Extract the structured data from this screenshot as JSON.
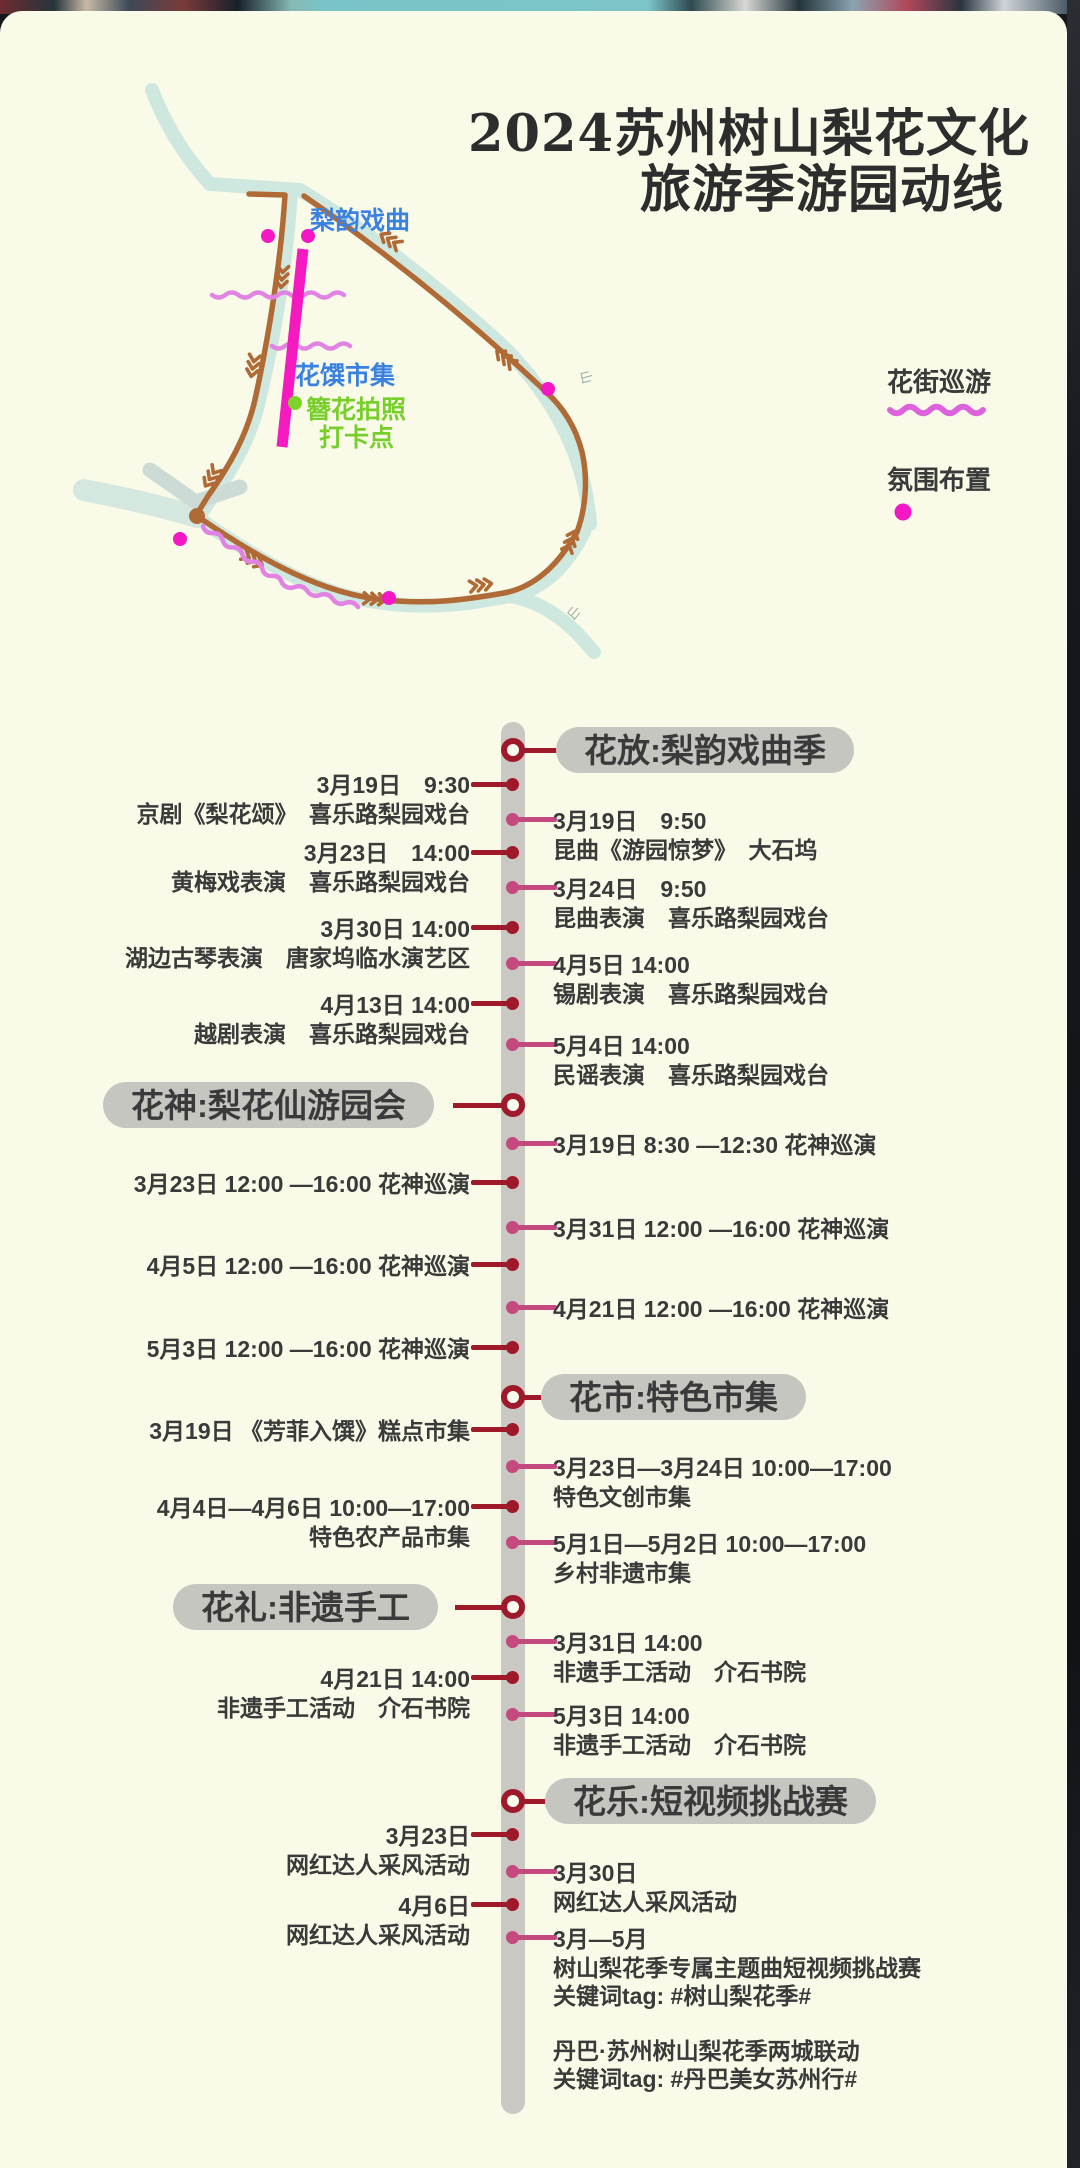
{
  "title": {
    "line1": "2024苏州树山梨花文化",
    "line2": "旅游季游园动线"
  },
  "map": {
    "labels": {
      "opera_spot": "梨韵戏曲",
      "market_street": "花馔市集",
      "photo_spot_line1": "簪花拍照",
      "photo_spot_line2": "打卡点"
    },
    "road_labels": [
      "山",
      "山"
    ],
    "legend": [
      {
        "label": "花街巡游",
        "marker": "wavy-line",
        "color": "#dd63dc"
      },
      {
        "label": "氛围布置",
        "marker": "dot",
        "color": "#f318c4"
      }
    ],
    "colors": {
      "road": "#cfe8df",
      "route": "#b06a35",
      "parade_wave": "#e183e3",
      "market_line": "#f519c0",
      "ambience_dot": "#f318c4",
      "photo_dot": "#7cd32a"
    }
  },
  "timeline": {
    "colors": {
      "spine": "#c9c8c3",
      "left_accent": "#9e1a2b",
      "right_accent": "#c4497e",
      "pill_bg": "#c6c6c1"
    },
    "sections": [
      {
        "title": "花放:梨韵戏曲季",
        "events": [
          {
            "side": "left",
            "when": "3月19日　9:30",
            "what": "京剧《梨花颂》　喜乐路梨园戏台"
          },
          {
            "side": "right",
            "when": "3月19日　9:50",
            "what": "昆曲《游园惊梦》　大石坞"
          },
          {
            "side": "left",
            "when": "3月23日　14:00",
            "what": "黄梅戏表演　喜乐路梨园戏台"
          },
          {
            "side": "right",
            "when": "3月24日　9:50",
            "what": "昆曲表演　喜乐路梨园戏台"
          },
          {
            "side": "left",
            "when": "3月30日 14:00",
            "what": "湖边古琴表演　唐家坞临水演艺区"
          },
          {
            "side": "right",
            "when": "4月5日 14:00",
            "what": "锡剧表演　喜乐路梨园戏台"
          },
          {
            "side": "left",
            "when": "4月13日 14:00",
            "what": "越剧表演　喜乐路梨园戏台"
          },
          {
            "side": "right",
            "when": "5月4日 14:00",
            "what": "民谣表演　喜乐路梨园戏台"
          }
        ]
      },
      {
        "title": "花神:梨花仙游园会",
        "events": [
          {
            "side": "right",
            "when": "3月19日 8:30 —12:30 花神巡演"
          },
          {
            "side": "left",
            "when": "3月23日 12:00 —16:00 花神巡演"
          },
          {
            "side": "right",
            "when": "3月31日 12:00 —16:00 花神巡演"
          },
          {
            "side": "left",
            "when": "4月5日 12:00 —16:00 花神巡演"
          },
          {
            "side": "right",
            "when": "4月21日 12:00 —16:00 花神巡演"
          },
          {
            "side": "left",
            "when": "5月3日 12:00 —16:00 花神巡演"
          }
        ]
      },
      {
        "title": "花市:特色市集",
        "events": [
          {
            "side": "left",
            "when": "3月19日 《芳菲入馔》糕点市集"
          },
          {
            "side": "right",
            "when": "3月23日—3月24日  10:00—17:00",
            "what": "特色文创市集"
          },
          {
            "side": "left",
            "when": "4月4日—4月6日  10:00—17:00",
            "what": "特色农产品市集"
          },
          {
            "side": "right",
            "when": "5月1日—5月2日  10:00—17:00",
            "what": "乡村非遗市集"
          }
        ]
      },
      {
        "title": "花礼:非遗手工",
        "events": [
          {
            "side": "right",
            "when": "3月31日 14:00",
            "what": "非遗手工活动　介石书院"
          },
          {
            "side": "left",
            "when": "4月21日 14:00",
            "what": "非遗手工活动　介石书院"
          },
          {
            "side": "right",
            "when": "5月3日 14:00",
            "what": "非遗手工活动　介石书院"
          }
        ]
      },
      {
        "title": "花乐:短视频挑战赛",
        "events": [
          {
            "side": "left",
            "when": "3月23日",
            "what": "网红达人采风活动"
          },
          {
            "side": "right",
            "when": "3月30日",
            "what": "网红达人采风活动"
          },
          {
            "side": "left",
            "when": "4月6日",
            "what": "网红达人采风活动"
          },
          {
            "side": "right",
            "when": "3月—5月",
            "what": "树山梨花季专属主题曲短视频挑战赛",
            "tag": "关键词tag: #树山梨花季#",
            "what2": "丹巴·苏州树山梨花季两城联动",
            "tag2": "关键词tag: #丹巴美女苏州行#"
          }
        ]
      }
    ]
  }
}
